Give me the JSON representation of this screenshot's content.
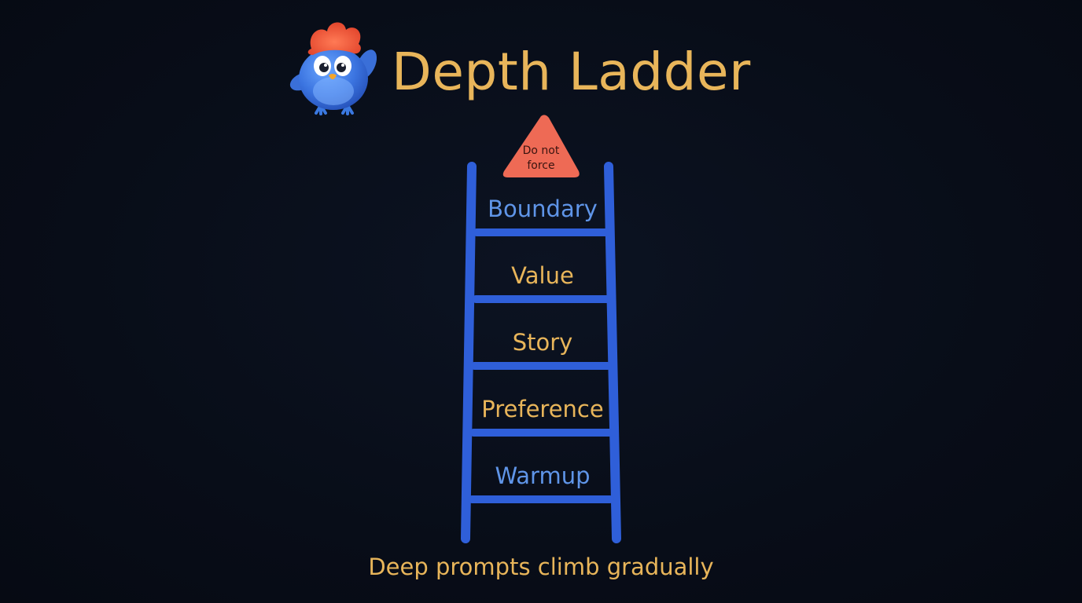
{
  "title": "Depth Ladder",
  "mascot": {
    "icon": "blue-bird-mascot-icon"
  },
  "warning": {
    "text": "Do not force",
    "line1": "Do not",
    "line2": "force",
    "color": "#ee6a55"
  },
  "ladder": {
    "color": "#2f5fd9",
    "steps": [
      {
        "label": "Boundary",
        "color": "#5f95e8"
      },
      {
        "label": "Value",
        "color": "#e8b55a"
      },
      {
        "label": "Story",
        "color": "#e8b55a"
      },
      {
        "label": "Preference",
        "color": "#e8b55a"
      },
      {
        "label": "Warmup",
        "color": "#5f95e8"
      }
    ]
  },
  "caption": "Deep prompts climb gradually",
  "colors": {
    "background": "#080d18",
    "accent_gold": "#e8b55a",
    "accent_blue": "#5f95e8"
  }
}
